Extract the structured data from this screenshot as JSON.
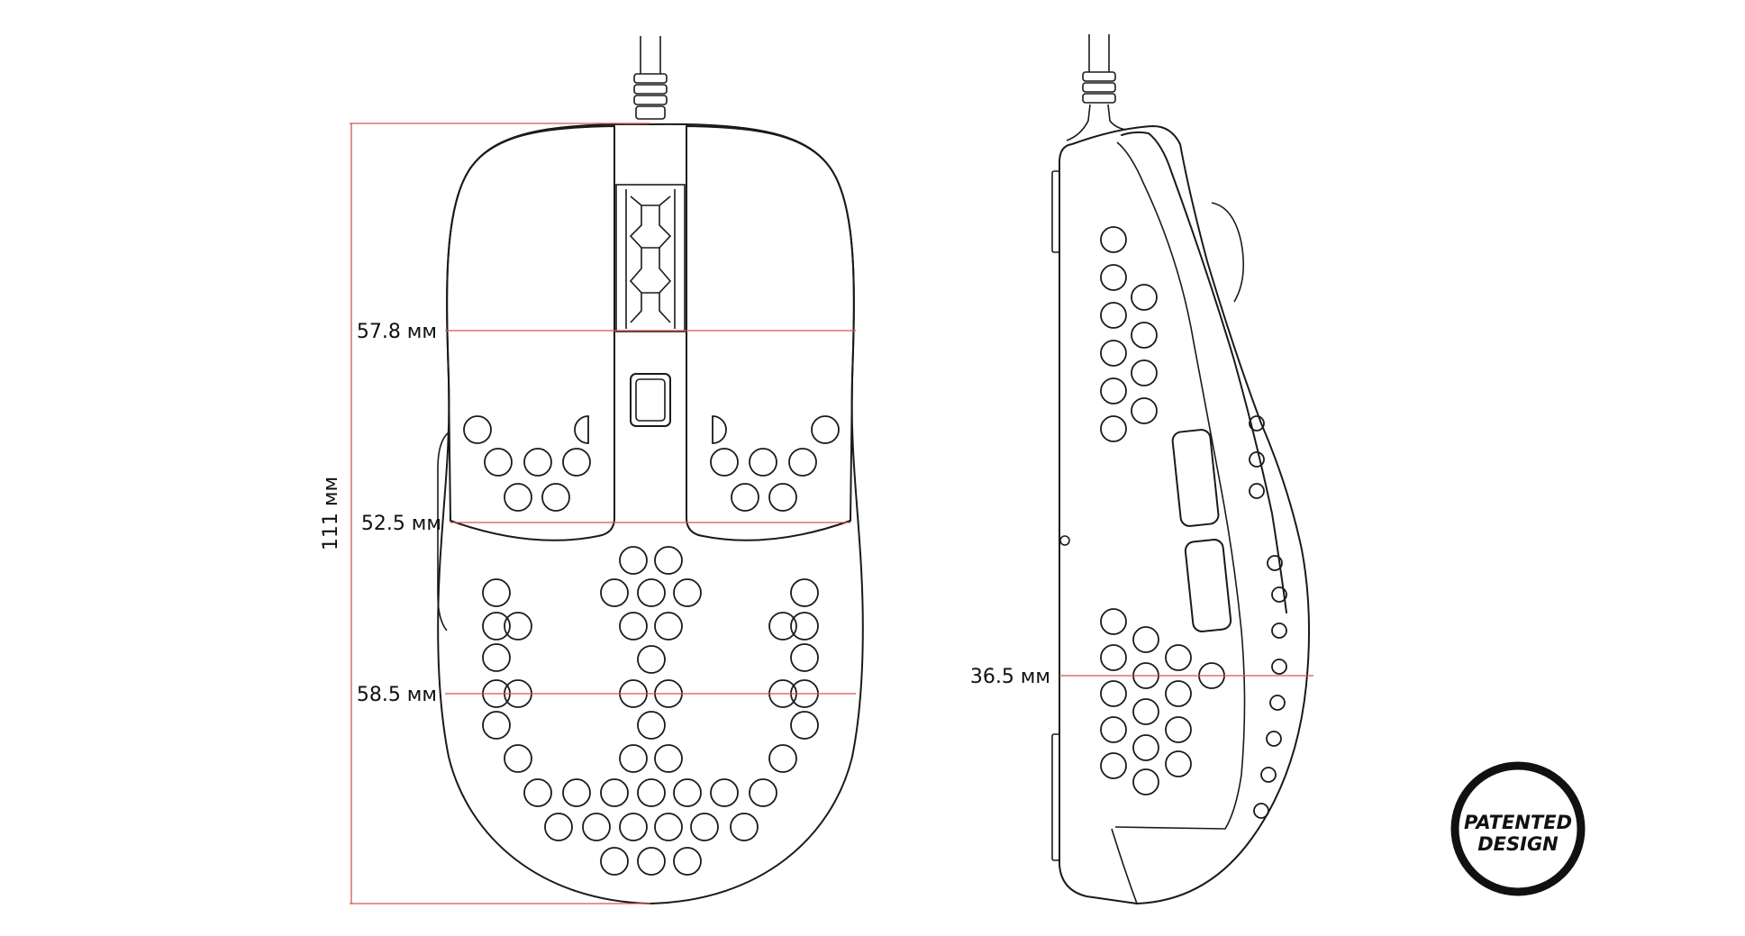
{
  "dimensions": {
    "length": "111 мм",
    "width_top": "57.8 мм",
    "width_mid": "52.5 мм",
    "width_bottom": "58.5 мм",
    "height": "36.5 мм"
  },
  "badge": {
    "line1": "PATENTED",
    "line2": "DESIGN"
  },
  "colors": {
    "outline": "#1a1a1a",
    "dimension_line": "#d9534f",
    "background": "#ffffff"
  }
}
